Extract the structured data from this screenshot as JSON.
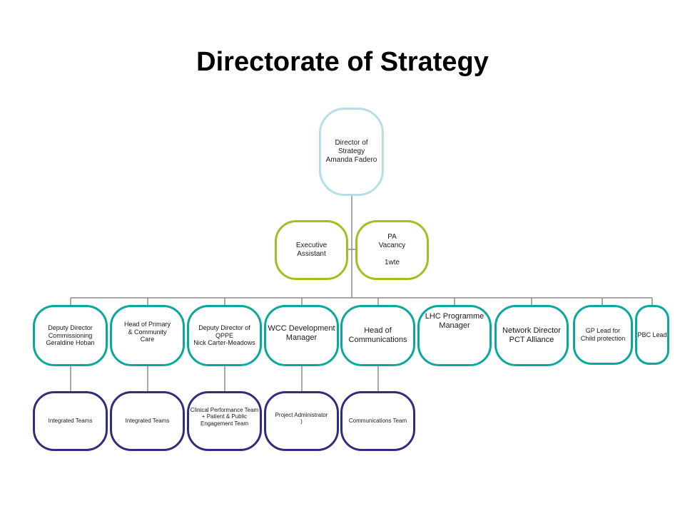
{
  "title": "Directorate of Strategy",
  "director": "Director of\nStrategy\nAmanda Fadero",
  "support": {
    "executive_assistant": "Executive\nAssistant",
    "pa_vacancy": "PA\nVacancy\n\n1wte"
  },
  "leads": {
    "deputy_commissioning": "Deputy Director\nCommissioning\nGeraldine Hoban",
    "head_primary_care": "Head  of  Primary\n& Community\nCare",
    "deputy_qppe": "Deputy Director of\nQPPE\nNick Carter-Meadows",
    "wcc_dev_manager": "WCC Development\nManager",
    "head_communications": "Head of\nCommunications",
    "lhc_programme_manager": "LHC Programme\nManager",
    "network_director": "Network Director\nPCT Alliance",
    "gp_lead": "GP Lead for\nChild protection",
    "pbc_lead": "PBC Lead"
  },
  "teams": {
    "integrated_teams_1": "Integrated Teams",
    "integrated_teams_2": "Integrated Teams",
    "clinical_performance": "Clinical Performance Team\n+ Patient & Public\nEngagement Team",
    "project_administrator": "Project Administrator\n)",
    "communications_team": "Communications  Team"
  },
  "colors": {
    "director_border": "#b5dfe3",
    "lead_border": "#0aa89a",
    "support_border": "#9bc31f",
    "team_border": "#2e2d7f",
    "connector": "#8a8a8a"
  }
}
